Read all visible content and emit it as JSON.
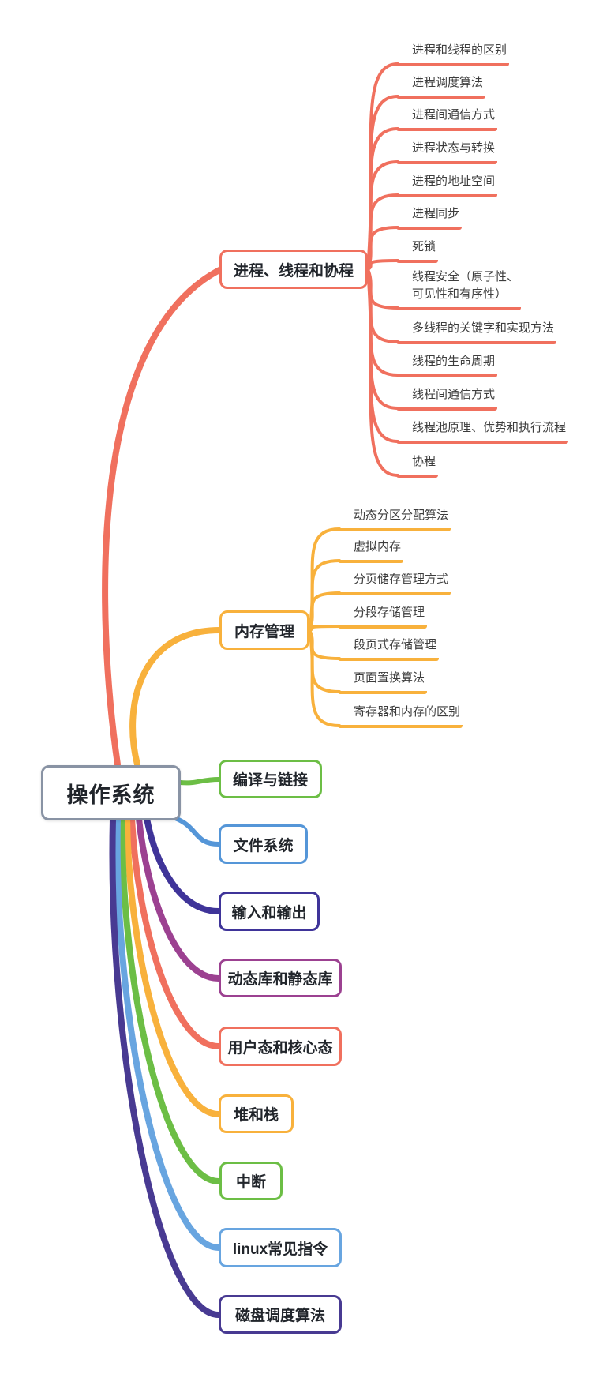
{
  "palette": {
    "salmon": "#F0705E",
    "amber": "#F8B13C",
    "green": "#6CBE45",
    "blue": "#5596D8",
    "navy": "#3F3499",
    "purple": "#9C4191",
    "sky": "#68A5E0",
    "indigo": "#483A92",
    "root_gray": "#8993A4"
  },
  "root": {
    "label": "操作系统"
  },
  "branches": [
    {
      "label": "进程、线程和协程",
      "color": "#F0705E",
      "children": [
        "进程和线程的区别",
        "进程调度算法",
        "进程间通信方式",
        "进程状态与转换",
        "进程的地址空间",
        "进程同步",
        "死锁",
        "线程安全（原子性、\n可见性和有序性）",
        "多线程的关键字和实现方法",
        "线程的生命周期",
        "线程间通信方式",
        "线程池原理、优势和执行流程",
        "协程"
      ]
    },
    {
      "label": "内存管理",
      "color": "#F8B13C",
      "children": [
        "动态分区分配算法",
        "虚拟内存",
        "分页储存管理方式",
        "分段存储管理",
        "段页式存储管理",
        "页面置换算法",
        "寄存器和内存的区别"
      ]
    },
    {
      "label": "编译与链接",
      "color": "#6CBE45",
      "children": []
    },
    {
      "label": "文件系统",
      "color": "#5596D8",
      "children": []
    },
    {
      "label": "输入和输出",
      "color": "#3F3499",
      "children": []
    },
    {
      "label": "动态库和静态库",
      "color": "#9C4191",
      "children": []
    },
    {
      "label": "用户态和核心态",
      "color": "#F0705E",
      "children": []
    },
    {
      "label": "堆和栈",
      "color": "#F8B13C",
      "children": []
    },
    {
      "label": "中断",
      "color": "#6CBE45",
      "children": []
    },
    {
      "label": "linux常见指令",
      "color": "#68A5E0",
      "children": []
    },
    {
      "label": "磁盘调度算法",
      "color": "#483A92",
      "children": []
    }
  ]
}
